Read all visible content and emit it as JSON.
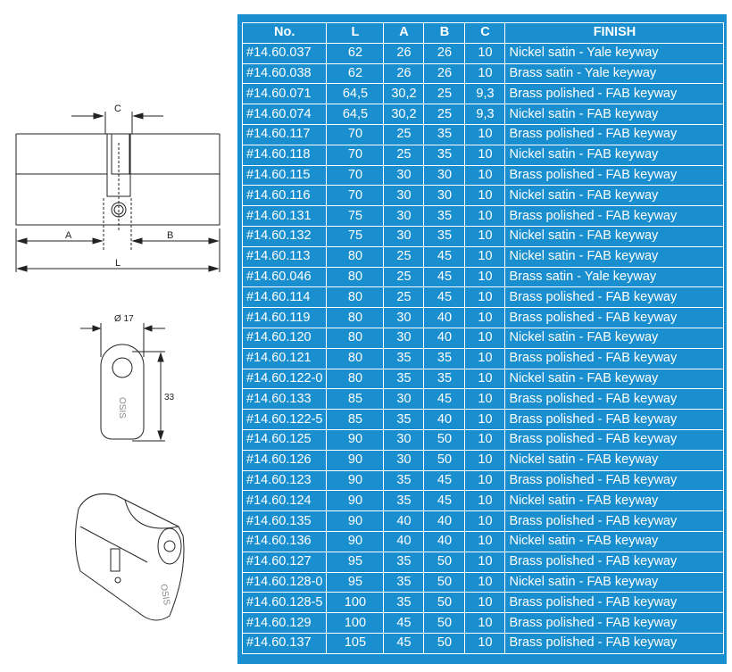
{
  "table": {
    "headers": [
      "No.",
      "L",
      "A",
      "B",
      "C",
      "FINISH"
    ],
    "rows": [
      [
        "#14.60.037",
        "62",
        "26",
        "26",
        "10",
        "Nickel satin - Yale keyway"
      ],
      [
        "#14.60.038",
        "62",
        "26",
        "26",
        "10",
        "Brass satin - Yale keyway"
      ],
      [
        "#14.60.071",
        "64,5",
        "30,2",
        "25",
        "9,3",
        "Brass polished - FAB keyway"
      ],
      [
        "#14.60.074",
        "64,5",
        "30,2",
        "25",
        "9,3",
        "Nickel satin - FAB keyway"
      ],
      [
        "#14.60.117",
        "70",
        "25",
        "35",
        "10",
        "Brass polished - FAB keyway"
      ],
      [
        "#14.60.118",
        "70",
        "25",
        "35",
        "10",
        "Nickel satin - FAB keyway"
      ],
      [
        "#14.60.115",
        "70",
        "30",
        "30",
        "10",
        "Brass polished - FAB keyway"
      ],
      [
        "#14.60.116",
        "70",
        "30",
        "30",
        "10",
        "Nickel satin - FAB keyway"
      ],
      [
        "#14.60.131",
        "75",
        "30",
        "35",
        "10",
        "Brass polished - FAB keyway"
      ],
      [
        "#14.60.132",
        "75",
        "30",
        "35",
        "10",
        "Nickel satin - FAB keyway"
      ],
      [
        "#14.60.113",
        "80",
        "25",
        "45",
        "10",
        "Nickel satin - FAB keyway"
      ],
      [
        "#14.60.046",
        "80",
        "25",
        "45",
        "10",
        "Brass satin - Yale keyway"
      ],
      [
        "#14.60.114",
        "80",
        "25",
        "45",
        "10",
        "Brass polished - FAB keyway"
      ],
      [
        "#14.60.119",
        "80",
        "30",
        "40",
        "10",
        "Brass polished - FAB keyway"
      ],
      [
        "#14.60.120",
        "80",
        "30",
        "40",
        "10",
        "Nickel satin - FAB keyway"
      ],
      [
        "#14.60.121",
        "80",
        "35",
        "35",
        "10",
        "Brass polished - FAB keyway"
      ],
      [
        "#14.60.122-0",
        "80",
        "35",
        "35",
        "10",
        "Nickel satin - FAB keyway"
      ],
      [
        "#14.60.133",
        "85",
        "30",
        "45",
        "10",
        "Brass polished - FAB keyway"
      ],
      [
        "#14.60.122-5",
        "85",
        "35",
        "40",
        "10",
        "Brass polished - FAB keyway"
      ],
      [
        "#14.60.125",
        "90",
        "30",
        "50",
        "10",
        "Brass polished - FAB keyway"
      ],
      [
        "#14.60.126",
        "90",
        "30",
        "50",
        "10",
        "Nickel satin - FAB keyway"
      ],
      [
        "#14.60.123",
        "90",
        "35",
        "45",
        "10",
        "Brass polished - FAB keyway"
      ],
      [
        "#14.60.124",
        "90",
        "35",
        "45",
        "10",
        "Nickel satin - FAB keyway"
      ],
      [
        "#14.60.135",
        "90",
        "40",
        "40",
        "10",
        "Brass polished - FAB keyway"
      ],
      [
        "#14.60.136",
        "90",
        "40",
        "40",
        "10",
        "Nickel satin - FAB keyway"
      ],
      [
        "#14.60.127",
        "95",
        "35",
        "50",
        "10",
        "Brass polished - FAB keyway"
      ],
      [
        "#14.60.128-0",
        "95",
        "35",
        "50",
        "10",
        "Nickel satin - FAB keyway"
      ],
      [
        "#14.60.128-5",
        "100",
        "35",
        "50",
        "10",
        "Brass polished - FAB keyway"
      ],
      [
        "#14.60.129",
        "100",
        "45",
        "50",
        "10",
        "Brass polished - FAB keyway"
      ],
      [
        "#14.60.137",
        "105",
        "45",
        "50",
        "10",
        "Brass polished - FAB keyway"
      ]
    ]
  },
  "diagram": {
    "c": "C",
    "a": "A",
    "b": "B",
    "l": "L",
    "diameter": "Ø 17",
    "height": "33",
    "brand": "OSIS"
  },
  "colors": {
    "panel": "#1a8fd0"
  }
}
